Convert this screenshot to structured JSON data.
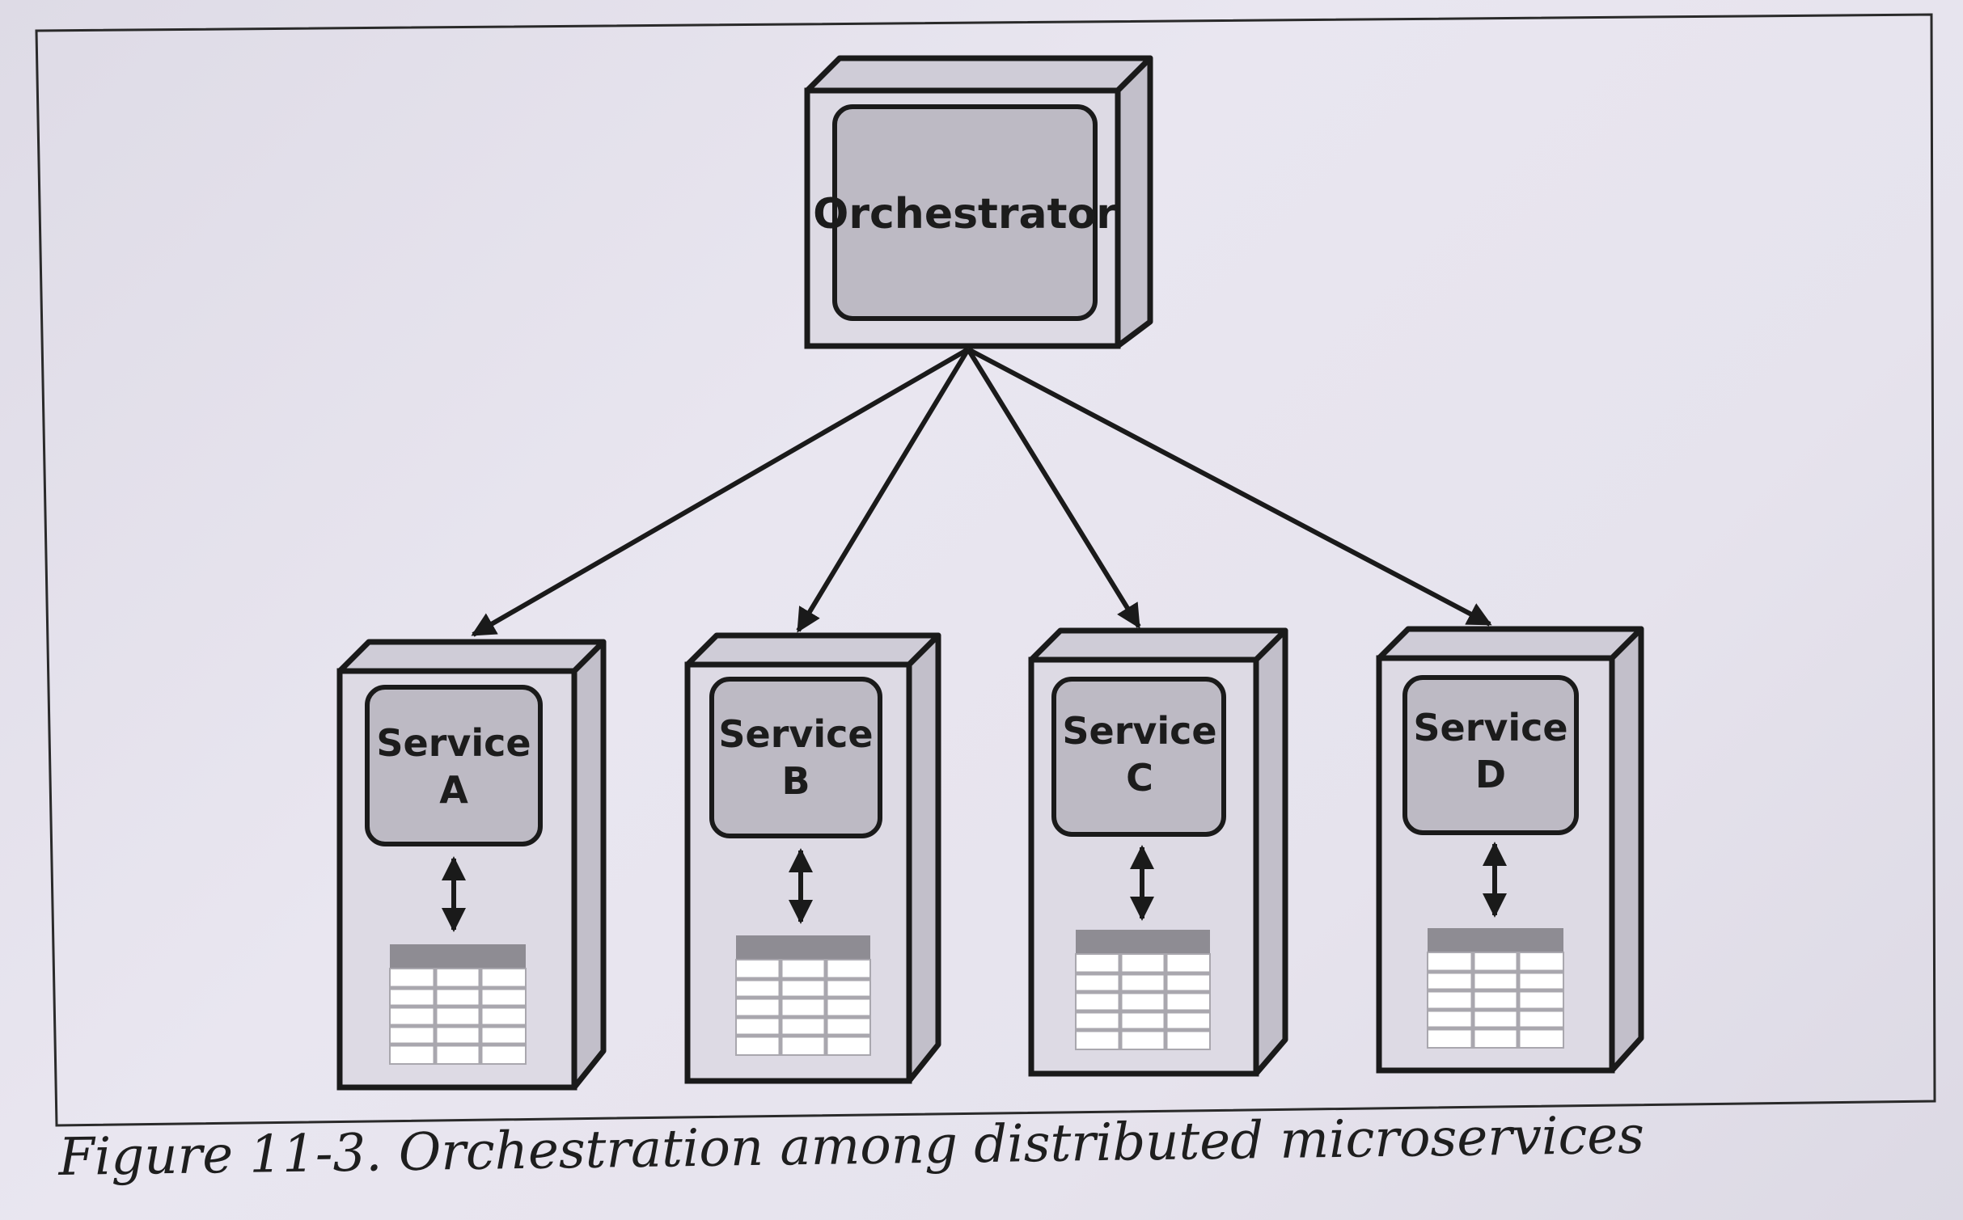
{
  "orchestrator": {
    "label": "Orchestrator"
  },
  "services": [
    {
      "line1": "Service",
      "line2": "A"
    },
    {
      "line1": "Service",
      "line2": "B"
    },
    {
      "line1": "Service",
      "line2": "C"
    },
    {
      "line1": "Service",
      "line2": "D"
    }
  ],
  "caption": "Figure 11-3. Orchestration among distributed microservices",
  "colors": {
    "stroke": "#1a1a1a",
    "box_fill": "#dddae4",
    "inner_fill": "#bdbac4",
    "table_header": "#8e8c93",
    "table_cell": "#ffffff",
    "table_grid": "#a9a7ae"
  }
}
